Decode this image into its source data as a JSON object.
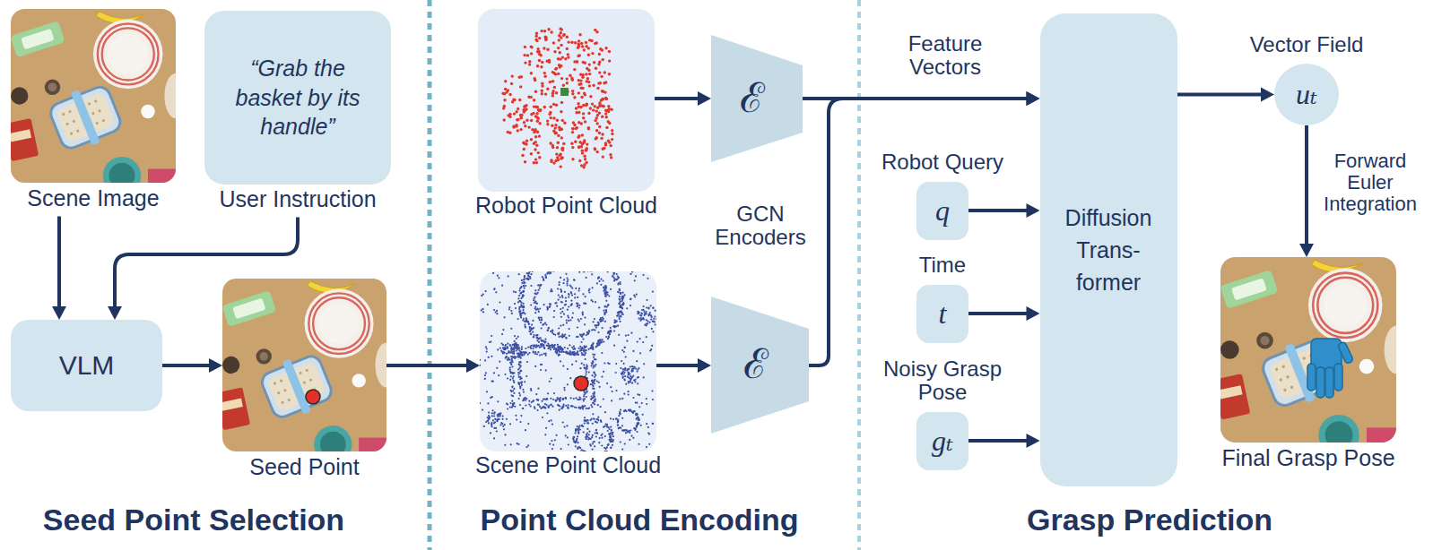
{
  "diagram": {
    "nodes": [
      {
        "text": [
          "Scene Image"
        ]
      },
      {
        "text": [
          "“Grab the basket by its handle”",
          "User Instruction"
        ]
      },
      {
        "text": [
          "VLM"
        ]
      },
      {
        "text": [
          "Seed Point"
        ]
      },
      {
        "text": [
          "Robot Point Cloud"
        ]
      },
      {
        "text": [
          "Scene Point Cloud"
        ]
      },
      {
        "text": [
          "ℰ"
        ]
      },
      {
        "text": [
          "ℰ"
        ]
      },
      {
        "text": [
          "Robot Query",
          "q"
        ]
      },
      {
        "text": [
          "Time",
          "t"
        ]
      },
      {
        "text": [
          "Noisy Grasp Pose",
          "gₜ"
        ]
      },
      {
        "text": [
          "Diffusion Trans- former"
        ]
      },
      {
        "text": [
          "Vector Field",
          "uₜ"
        ]
      },
      {
        "text": [
          "Final Grasp Pose"
        ]
      }
    ],
    "edges": [
      {
        "from": 0,
        "to": 2,
        "arrow": "to"
      },
      {
        "from": 1,
        "to": 2,
        "arrow": "to"
      },
      {
        "from": 2,
        "to": 3,
        "arrow": "to"
      },
      {
        "from": 3,
        "to": 5,
        "arrow": "to"
      },
      {
        "from": 4,
        "to": 6,
        "arrow": "to"
      },
      {
        "from": 5,
        "to": 7,
        "arrow": "to"
      },
      {
        "from": 6,
        "to": 11,
        "arrow": "to"
      },
      {
        "from": 7,
        "to": 11,
        "arrow": "to"
      },
      {
        "from": 8,
        "to": 11,
        "arrow": "to"
      },
      {
        "from": 9,
        "to": 11,
        "arrow": "to"
      },
      {
        "from": 10,
        "to": 11,
        "arrow": "to"
      },
      {
        "from": 11,
        "to": 12,
        "arrow": "to"
      },
      {
        "from": 12,
        "to": 13,
        "arrow": "to"
      }
    ],
    "labels": [
      "Feature Vectors",
      "GCN Encoders",
      "Forward Euler Integration",
      "Seed Point Selection",
      "Point Cloud Encoding",
      "Grasp Prediction"
    ]
  }
}
